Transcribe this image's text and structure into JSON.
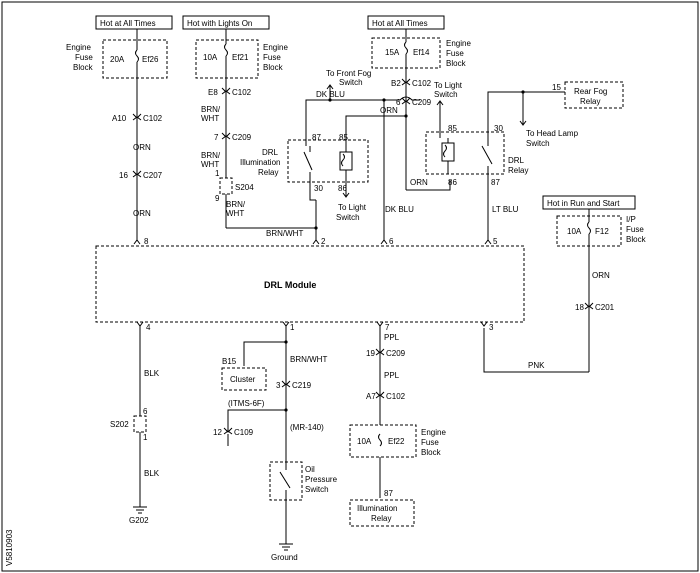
{
  "power": {
    "hot_always_left": "Hot at All Times",
    "hot_lights_on": "Hot with Lights On",
    "hot_always_right": "Hot at All Times",
    "hot_run_start": "Hot in Run and Start"
  },
  "fuses": {
    "ef26": {
      "amp": "20A",
      "id": "Ef26",
      "label1": "Engine",
      "label2": "Fuse",
      "label3": "Block"
    },
    "ef21": {
      "amp": "10A",
      "id": "Ef21",
      "label1": "Engine",
      "label2": "Fuse",
      "label3": "Block"
    },
    "ef14": {
      "amp": "15A",
      "id": "Ef14",
      "label1": "Engine",
      "label2": "Fuse",
      "label3": "Block"
    },
    "f12": {
      "amp": "10A",
      "id": "F12",
      "label1": "I/P",
      "label2": "Fuse",
      "label3": "Block"
    },
    "ef22": {
      "amp": "10A",
      "id": "Ef22",
      "label1": "Engine",
      "label2": "Fuse",
      "label3": "Block"
    }
  },
  "connectors": {
    "a10_c102": "A10",
    "c102_a": "C102",
    "c16": "16",
    "c207": "C207",
    "e8": "E8",
    "c102_b": "C102",
    "c7": "7",
    "c209_a": "C209",
    "b2": "B2",
    "c102_c": "C102",
    "c6": "6",
    "c209_b": "C209",
    "c18": "18",
    "c201": "C201",
    "c19": "19",
    "c209_c": "C209",
    "a7": "A7",
    "c102_d": "C102",
    "c3": "3",
    "c219": "C219",
    "c12": "12",
    "c109": "C109",
    "b15": "B15"
  },
  "wires": {
    "orn1": "ORN",
    "orn2": "ORN",
    "brn_wht_1a": "BRN/",
    "brn_wht_1b": "WHT",
    "brn_wht_2a": "BRN/",
    "brn_wht_2b": "WHT",
    "brn_wht_3a": "BRN/",
    "brn_wht_3b": "WHT",
    "brn_wht_main": "BRN/WHT",
    "dk_blu_top": "DK BLU",
    "orn_top": "ORN",
    "dk_blu_v": "DK BLU",
    "orn_v": "ORN",
    "lt_blu": "LT BLU",
    "orn_f12": "ORN",
    "blk1": "BLK",
    "blk2": "BLK",
    "brn_wht_low": "BRN/WHT",
    "ppl1": "PPL",
    "ppl2": "PPL",
    "pnk": "PNK"
  },
  "splices": {
    "s204": "S204",
    "s204_pin_top": "1",
    "s204_pin_bot": "9",
    "s202": "S202",
    "s202_pin_top": "6",
    "s202_pin_bot": "1"
  },
  "relays": {
    "drl_illum": {
      "l1": "DRL",
      "l2": "Illumination",
      "l3": "Relay",
      "p87": "87",
      "p85": "85",
      "p30": "30",
      "p86": "86"
    },
    "drl": {
      "l1": "DRL",
      "l2": "Relay",
      "p85": "85",
      "p30": "30",
      "p86": "86",
      "p87": "87"
    }
  },
  "destinations": {
    "front_fog_1": "To Front Fog",
    "front_fog_2": "Switch",
    "light_sw_top_1": "To Light",
    "light_sw_top_2": "Switch",
    "light_sw_mid_1": "To Light",
    "light_sw_mid_2": "Switch",
    "head_lamp_1": "To Head Lamp",
    "head_lamp_2": "Switch",
    "rear_fog_pin": "15",
    "rear_fog_1": "Rear Fog",
    "rear_fog_2": "Relay"
  },
  "module": {
    "title": "DRL Module",
    "pin8": "8",
    "pin2": "2",
    "pin6": "6",
    "pin5": "5",
    "pin4": "4",
    "pin1": "1",
    "pin7": "7",
    "pin3": "3"
  },
  "components": {
    "cluster": "Cluster",
    "itms": "(ITMS-6F)",
    "mr140": "(MR-140)",
    "oil_1": "Oil",
    "oil_2": "Pressure",
    "oil_3": "Switch",
    "illum_relay_pin": "87",
    "illum_relay_1": "Illumination",
    "illum_relay_2": "Relay"
  },
  "grounds": {
    "g202": "G202",
    "ground": "Ground"
  },
  "figure_id": "V5810903"
}
